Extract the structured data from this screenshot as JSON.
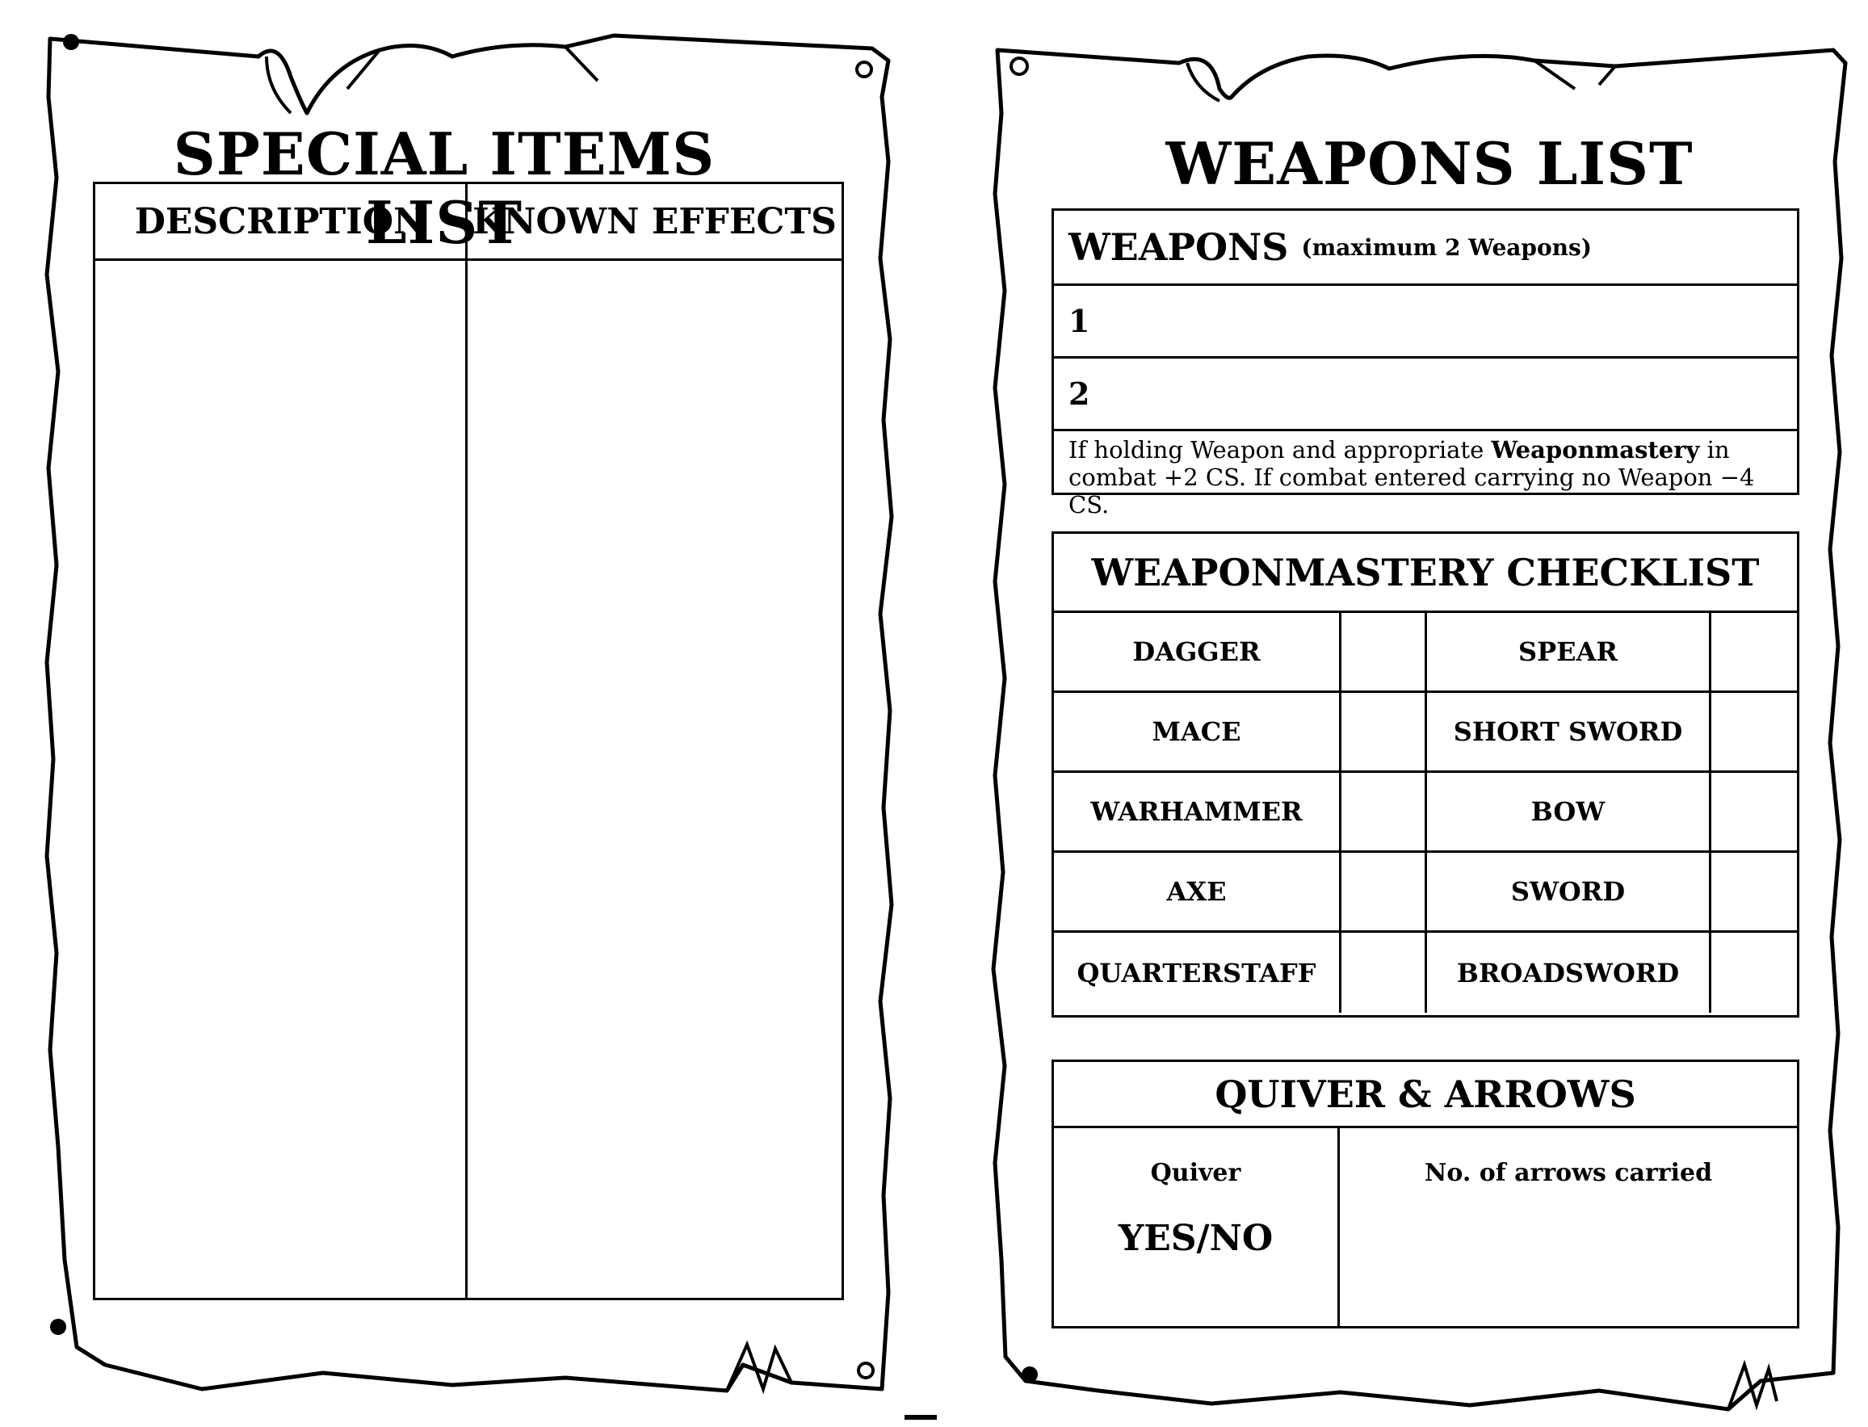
{
  "special_items": {
    "title": "SPECIAL ITEMS LIST",
    "columns": [
      "DESCRIPTION",
      "KNOWN EFFECTS"
    ]
  },
  "weapons_list": {
    "title": "WEAPONS LIST",
    "header_main": "WEAPONS",
    "header_sub": "(maximum 2 Weapons)",
    "slots": [
      "1",
      "2"
    ],
    "note_part1": "If holding Weapon and appropriate ",
    "note_bold": "Weaponmastery",
    "note_part2": " in combat +2 CS.  If combat entered carrying no Weapon −4 CS."
  },
  "weaponmastery": {
    "title": "WEAPONMASTERY CHECKLIST",
    "rows": [
      {
        "left": "DAGGER",
        "right": "SPEAR"
      },
      {
        "left": "MACE",
        "right": "SHORT SWORD"
      },
      {
        "left": "WARHAMMER",
        "right": "BOW"
      },
      {
        "left": "AXE",
        "right": "SWORD"
      },
      {
        "left": "QUARTERSTAFF",
        "right": "BROADSWORD"
      }
    ]
  },
  "quiver": {
    "title": "QUIVER & ARROWS",
    "quiver_label": "Quiver",
    "quiver_value": "YES/NO",
    "arrows_label": "No. of arrows carried"
  }
}
